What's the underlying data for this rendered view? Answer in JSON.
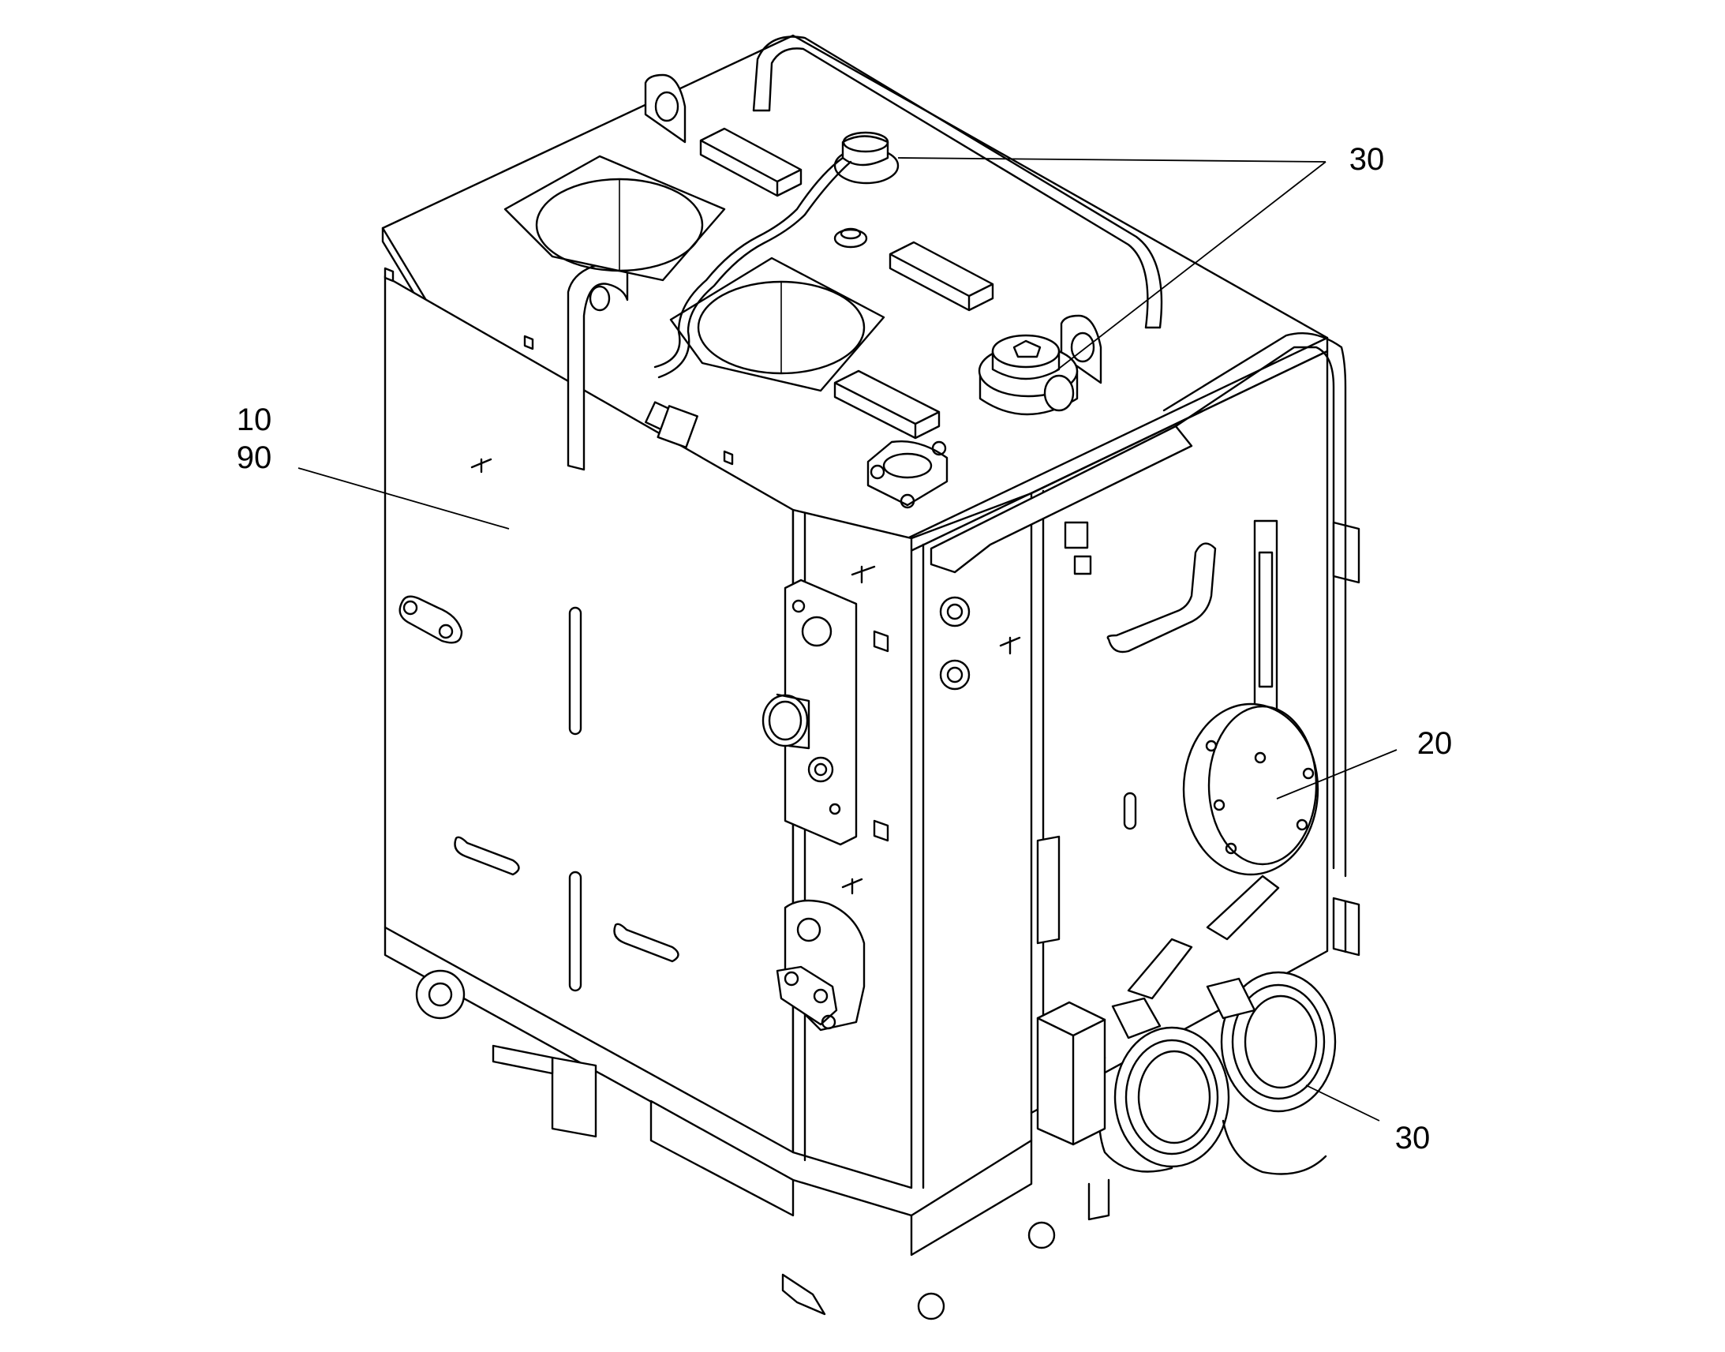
{
  "callouts": {
    "c10": "10",
    "c90": "90",
    "c20": "20",
    "c30_top": "30",
    "c30_bottom": "30"
  }
}
